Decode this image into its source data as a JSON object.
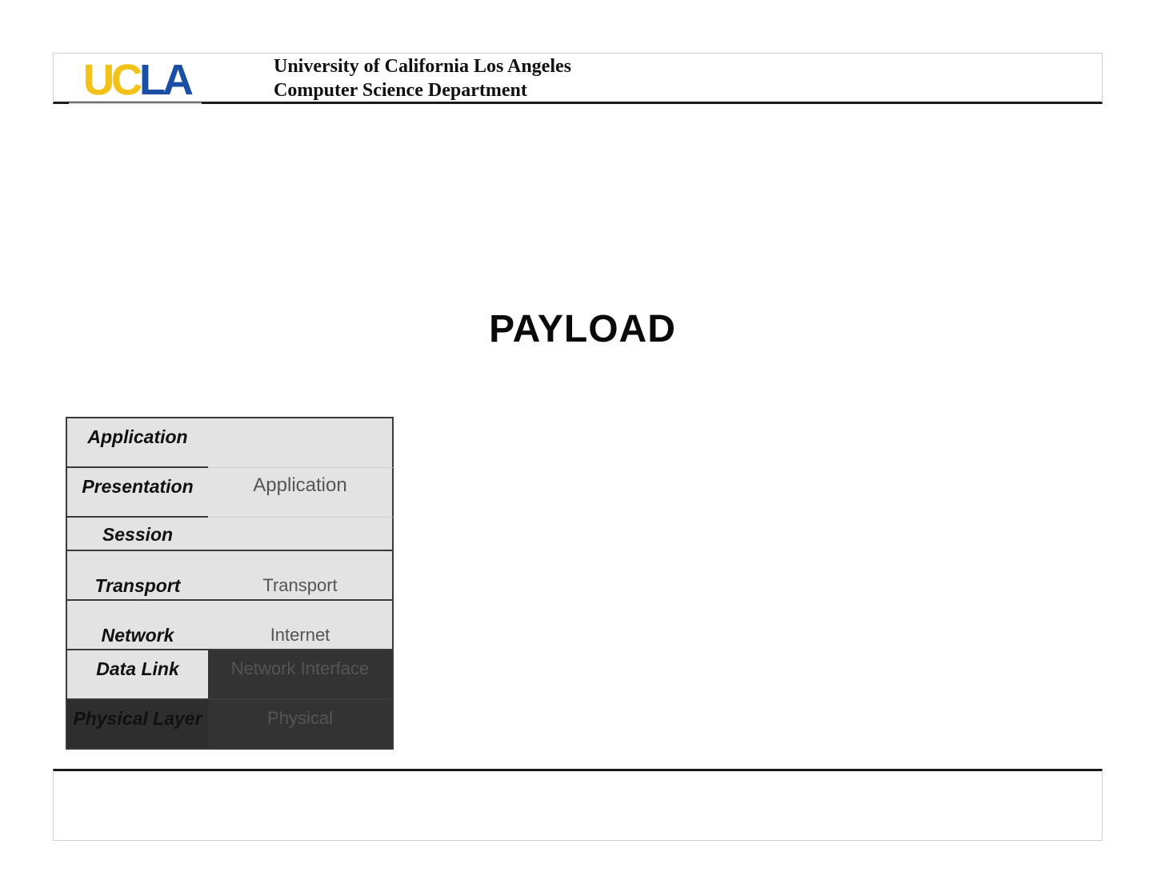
{
  "header": {
    "logo_text": "UCLA",
    "line1": "University of California Los Angeles",
    "line2": "Computer Science Department"
  },
  "title": "PAYLOAD",
  "osi_layers": [
    "Application",
    "Presentation",
    "Session",
    "Transport",
    "Network",
    "Data Link",
    "Physical Layer"
  ],
  "tcpip_layers": [
    "Application",
    "Transport",
    "Internet",
    "Network Interface",
    "Physical"
  ],
  "colors": {
    "ucla_gold": "#f2c21b",
    "ucla_blue": "#1a4fa3",
    "cell_light": "#e3e3e3",
    "cell_dark": "#333333"
  }
}
